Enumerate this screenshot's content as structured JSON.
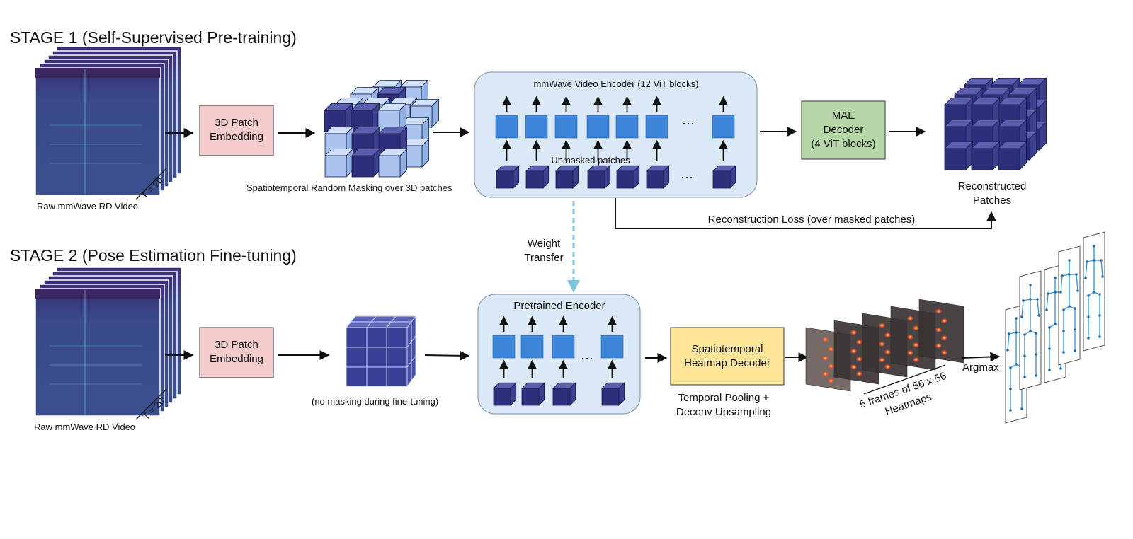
{
  "stage1": {
    "title": "STAGE 1 (Self-Supervised Pre-training)",
    "video_label": "Raw mmWave RD Video",
    "frames_label": "T = 20",
    "patch_embed_line1": "3D Patch",
    "patch_embed_line2": "Embedding",
    "masking_caption": "Spatiotemporal Random Masking over 3D patches",
    "encoder_title": "mmWave Video Encoder (12 ViT blocks)",
    "unmasked_label": "Unmasked patches",
    "ellipsis": "···",
    "decoder_line1": "MAE",
    "decoder_line2": "Decoder",
    "decoder_line3": "(4 ViT blocks)",
    "recon_line1": "Reconstructed",
    "recon_line2": "Patches",
    "loss_label": "Reconstruction Loss (over masked patches)"
  },
  "transfer": {
    "line1": "Weight",
    "line2": "Transfer"
  },
  "stage2": {
    "title": "STAGE 2 (Pose Estimation Fine-tuning)",
    "video_label": "Raw mmWave RD Video",
    "frames_label": "T = 20",
    "patch_embed_line1": "3D Patch",
    "patch_embed_line2": "Embedding",
    "nomask_caption": "(no masking during fine-tuning)",
    "encoder_title": "Pretrained Encoder",
    "ellipsis": "···",
    "heatmap_dec_line1": "Spatiotemporal",
    "heatmap_dec_line2": "Heatmap Decoder",
    "pooling_line1": "Temporal Pooling +",
    "pooling_line2": "Deconv Upsampling",
    "heatmaps_line1": "5 frames of 56 x 56",
    "heatmaps_line2": "Heatmaps",
    "argmax_label": "Argmax"
  },
  "colors": {
    "pink_box": "#f4cccc",
    "green_box": "#b6d7a8",
    "yellow_box": "#ffe599",
    "encoder_panel": "#dbe8f6",
    "token_blue": "#3d85d6",
    "cube_dark": "#2d2f7a",
    "cube_light": "#a9c4ee",
    "transfer_arrow": "#7ec3e0",
    "skeleton": "#3a9bdc"
  }
}
